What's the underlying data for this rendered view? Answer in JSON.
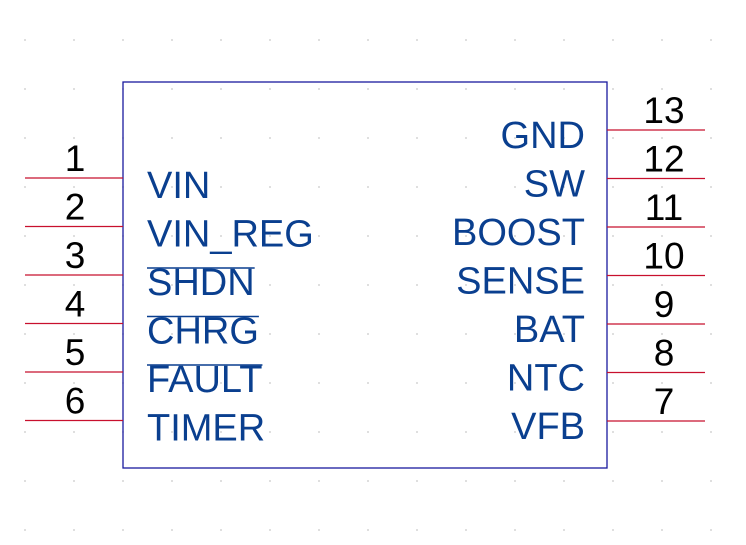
{
  "colors": {
    "pin_line": "#c8102e",
    "body_outline": "#1a1a9e",
    "pin_name": "#0a3f8f",
    "pin_number": "#000000",
    "background": "#ffffff"
  },
  "left_pins": [
    {
      "number": "1",
      "name": "VIN",
      "active_low": false
    },
    {
      "number": "2",
      "name": "VIN_REG",
      "active_low": false
    },
    {
      "number": "3",
      "name": "SHDN",
      "active_low": true
    },
    {
      "number": "4",
      "name": "CHRG",
      "active_low": true
    },
    {
      "number": "5",
      "name": "FAULT",
      "active_low": true
    },
    {
      "number": "6",
      "name": "TIMER",
      "active_low": false
    }
  ],
  "right_pins": [
    {
      "number": "13",
      "name": "GND",
      "active_low": false
    },
    {
      "number": "12",
      "name": "SW",
      "active_low": false
    },
    {
      "number": "11",
      "name": "BOOST",
      "active_low": false
    },
    {
      "number": "10",
      "name": "SENSE",
      "active_low": false
    },
    {
      "number": "9",
      "name": "BAT",
      "active_low": false
    },
    {
      "number": "8",
      "name": "NTC",
      "active_low": false
    },
    {
      "number": "7",
      "name": "VFB",
      "active_low": false
    }
  ]
}
